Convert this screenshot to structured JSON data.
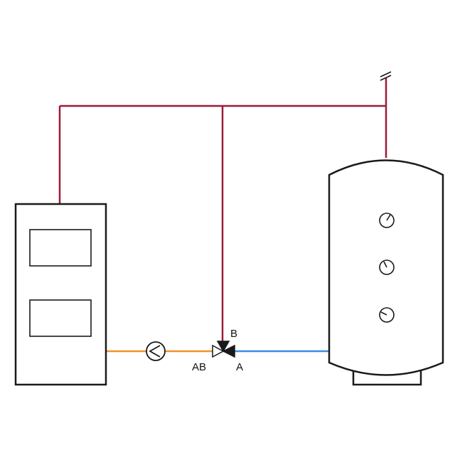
{
  "colors": {
    "flow": "#9b1c3a",
    "return_hot": "#f0932a",
    "return_cold": "#3a8ee6",
    "outline": "#1a1a1a",
    "background": "#ffffff"
  },
  "components": {
    "boiler": {
      "icon": "boiler-icon"
    },
    "pump": {
      "icon": "circulation-pump-icon"
    },
    "mixing_valve": {
      "icon": "three-way-valve-icon",
      "ports": {
        "b": "B",
        "ab": "AB",
        "a": "A"
      }
    },
    "buffer_tank": {
      "icon": "buffer-tank-icon",
      "thermometers": [
        "thermometer-icon",
        "thermometer-icon",
        "thermometer-icon"
      ]
    },
    "outlet": {
      "icon": "pipe-break-icon"
    }
  }
}
